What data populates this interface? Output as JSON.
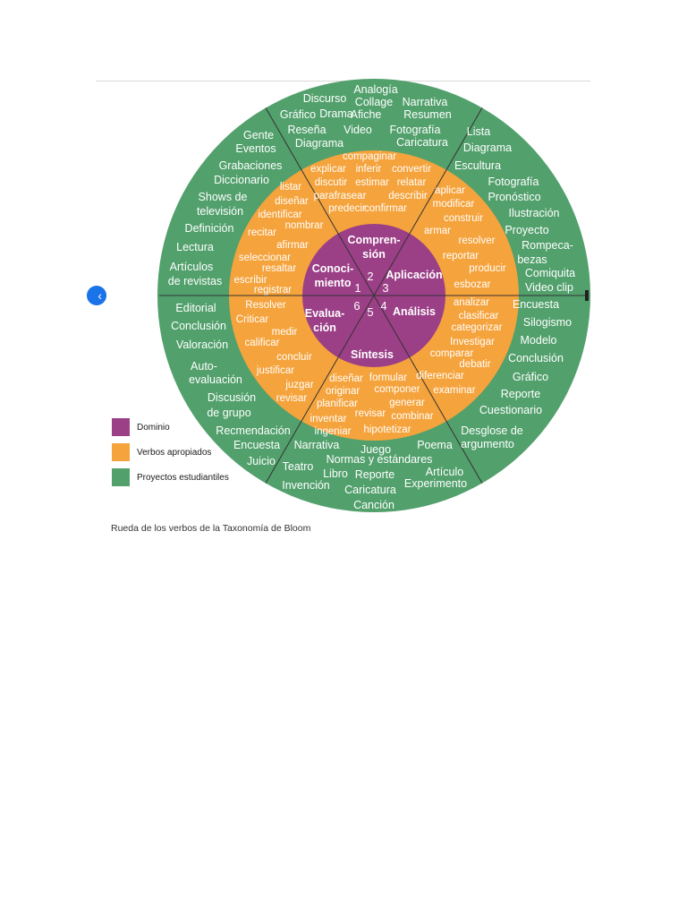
{
  "colors": {
    "domain": "#9b3f87",
    "verbs": "#f5a33c",
    "projects": "#52a06c",
    "lines": "#333333",
    "label": "#ffffff"
  },
  "nav": {
    "icon": "chevron-left-icon",
    "glyph": "‹"
  },
  "domains": [
    {
      "number": "1",
      "label": [
        "Conoci-",
        "miento"
      ]
    },
    {
      "number": "2",
      "label": [
        "Compren-",
        "sión"
      ]
    },
    {
      "number": "3",
      "label": [
        "Aplicación"
      ]
    },
    {
      "number": "4",
      "label": [
        "Análisis"
      ]
    },
    {
      "number": "5",
      "label": [
        "Síntesis"
      ]
    },
    {
      "number": "6",
      "label": [
        "Evalua-",
        "ción"
      ]
    }
  ],
  "verbs": {
    "comprension": [
      "compaginar",
      "explicar",
      "inferir",
      "convertir",
      "discutir",
      "estimar",
      "relatar",
      "parafrasear",
      "describir",
      "predecir",
      "confirmar"
    ],
    "conocimiento": [
      "listar",
      "diseñar",
      "identificar",
      "nombrar",
      "recitar",
      "afirmar",
      "seleccionar",
      "resaltar",
      "escribir",
      "registrar"
    ],
    "aplicacion": [
      "aplicar",
      "modificar",
      "construir",
      "armar",
      "resolver",
      "reportar",
      "producir",
      "esbozar"
    ],
    "evaluacion": [
      "Resolver",
      "Criticar",
      "medir",
      "calificar",
      "concluir",
      "justificar",
      "juzgar",
      "revisar"
    ],
    "sintesis": [
      "diseñar",
      "formular",
      "originar",
      "componer",
      "planificar",
      "generar",
      "revisar",
      "inventar",
      "combinar",
      "ingeniar",
      "hipotetizar"
    ],
    "analisis": [
      "analizar",
      "clasificar",
      "categorizar",
      "Investigar",
      "comparar",
      "debatir",
      "diferenciar",
      "examinar"
    ]
  },
  "projects": {
    "top": [
      "Discurso",
      "Analogía",
      "Collage",
      "Narrativa",
      "Gráfico",
      "Drama",
      "Afiche",
      "Resumen",
      "Reseña",
      "Video",
      "Fotografía",
      "Diagrama",
      "Caricatura"
    ],
    "upper_left": [
      "Gente",
      "Eventos",
      "Grabaciones",
      "Diccionario",
      "Shows de",
      "televisión",
      "Definición",
      "Lectura",
      "Artículos",
      "de revistas"
    ],
    "upper_right": [
      "Lista",
      "Diagrama",
      "Escultura",
      "Fotografía",
      "Pronóstico",
      "Ilustración",
      "Proyecto",
      "Rompeca-",
      "bezas",
      "Comiquita",
      "Video clip"
    ],
    "lower_left": [
      "Editorial",
      "Conclusión",
      "Valoración",
      "Auto-",
      "evaluación",
      "Discusión",
      "de grupo",
      "Recmendación",
      "Encuesta",
      "Juicio"
    ],
    "lower_right": [
      "Encuesta",
      "Silogismo",
      "Modelo",
      "Conclusión",
      "Gráfico",
      "Reporte",
      "Cuestionario",
      "Desglose de",
      "argumento"
    ],
    "bottom": [
      "Narrativa",
      "Juego",
      "Poema",
      "Normas y estándares",
      "Teatro",
      "Libro",
      "Reporte",
      "Artículo",
      "Invención",
      "Caricatura",
      "Experimento",
      "Canción"
    ]
  },
  "legend": [
    {
      "label": "Dominio",
      "color": "#9b3f87"
    },
    {
      "label": "Verbos apropiados",
      "color": "#f5a33c"
    },
    {
      "label": "Proyectos estudiantiles",
      "color": "#52a06c"
    }
  ],
  "caption": "Rueda de los verbos de la Taxonomía de Bloom"
}
